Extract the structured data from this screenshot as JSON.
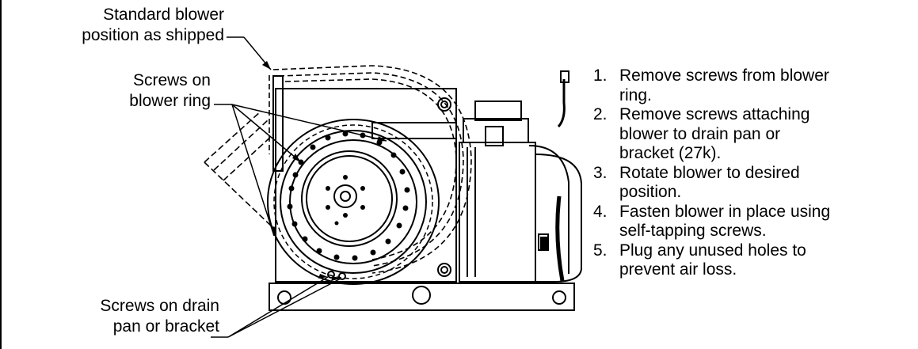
{
  "callouts": {
    "standard_position": [
      "Standard blower",
      "position as shipped"
    ],
    "screws_blower_ring": [
      "Screws on",
      "blower ring"
    ],
    "screws_drain_pan": [
      "Screws on drain",
      "pan or bracket"
    ]
  },
  "steps": [
    {
      "number": "1.",
      "lines": [
        "Remove screws from blower",
        "ring."
      ]
    },
    {
      "number": "2.",
      "lines": [
        "Remove screws attaching",
        "blower to drain pan or",
        "bracket (27k)."
      ]
    },
    {
      "number": "3.",
      "lines": [
        "Rotate blower to desired",
        "position."
      ]
    },
    {
      "number": "4.",
      "lines": [
        "Fasten blower in place using",
        "self-tapping screws."
      ]
    },
    {
      "number": "5.",
      "lines": [
        "Plug any unused holes to",
        "prevent air loss."
      ]
    }
  ]
}
